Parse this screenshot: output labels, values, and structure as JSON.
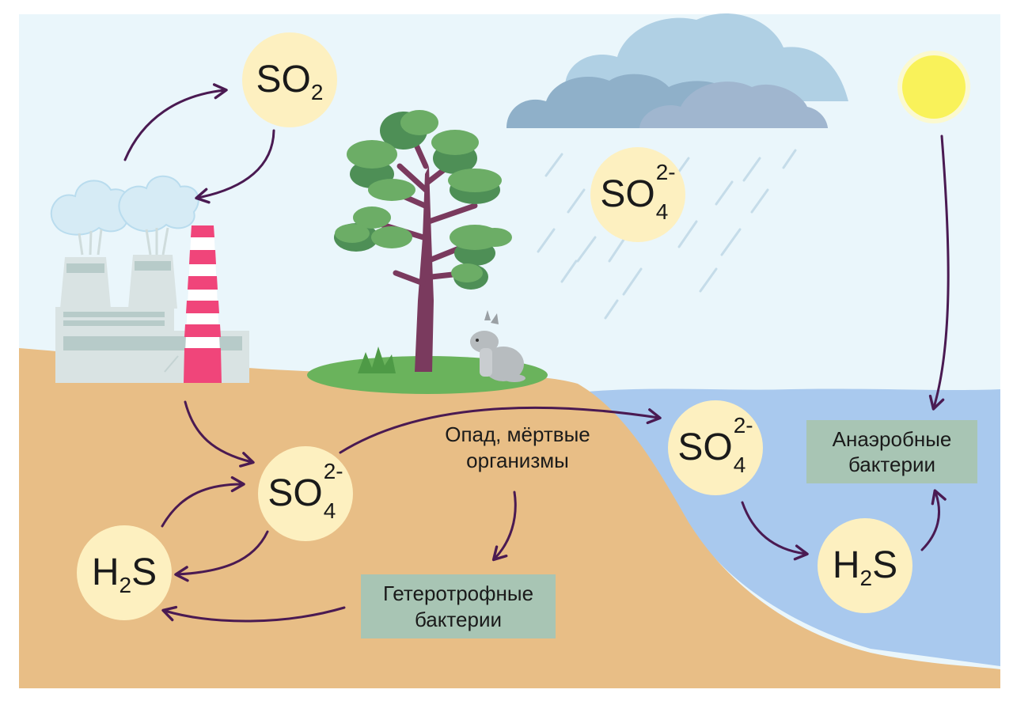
{
  "formulas": {
    "so2_air": {
      "base": "SO",
      "sub": "2"
    },
    "so4_rain": {
      "base": "SO",
      "sup": "2-",
      "sub": "4"
    },
    "so4_soil": {
      "base": "SO",
      "sup": "2-",
      "sub": "4"
    },
    "so4_water": {
      "base": "SO",
      "sup": "2-",
      "sub": "4"
    },
    "h2s_soil": {
      "pre": "H",
      "sub": "2",
      "post": "S"
    },
    "h2s_water": {
      "pre": "H",
      "sub": "2",
      "post": "S"
    }
  },
  "labels": {
    "litter_line1": "Опад, мёртвые",
    "litter_line2": "организмы",
    "hetero_line1": "Гетеротрофные",
    "hetero_line2": "бактерии",
    "anaerobic_line1": "Анаэробные",
    "anaerobic_line2": "бактерии"
  },
  "colors": {
    "sky": "#eaf6fb",
    "soil": "#e8be86",
    "water": "#a9c9ee",
    "bubble": "#fdf0c0",
    "arrow": "#4a1a52",
    "bacteria_box": "#a8c5b4",
    "sun": "#f9f25a",
    "chimney_red": "#f0457a"
  }
}
